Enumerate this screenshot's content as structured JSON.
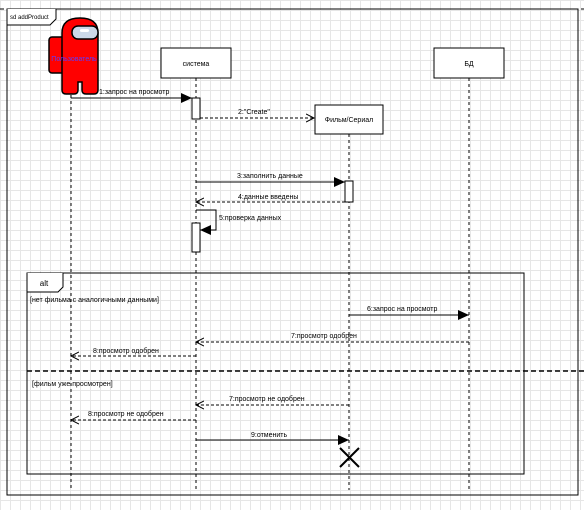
{
  "frame": {
    "title": "sd addProduct"
  },
  "participants": {
    "actor": {
      "label": "Пользователь",
      "color": "#ff0000",
      "visor_color": "#ccd8e8",
      "label_color": "#5a3cff"
    },
    "system": {
      "label": "система"
    },
    "film": {
      "label": "Фильм/Сериал"
    },
    "db": {
      "label": "БД"
    }
  },
  "messages": {
    "m1": "1:запрос на просмотр",
    "m2": "2:\"Create\"",
    "m3": "3:заполнить данные",
    "m4": "4:данные введены",
    "m5": "5:проверка данных",
    "m6": "6:запрос на просмотр",
    "m7": "7:просмотр одобрен",
    "m8a": "8:просмотр одобрен",
    "m7b": "7:просмотр не одобрен",
    "m8b": "8:просмотр не одобрен",
    "m9": "9:отменить"
  },
  "fragment": {
    "operator": "alt",
    "guard1": "[нет фильма с аналогичными данными]",
    "guard2": "[фильм  уже просмотрен]"
  }
}
